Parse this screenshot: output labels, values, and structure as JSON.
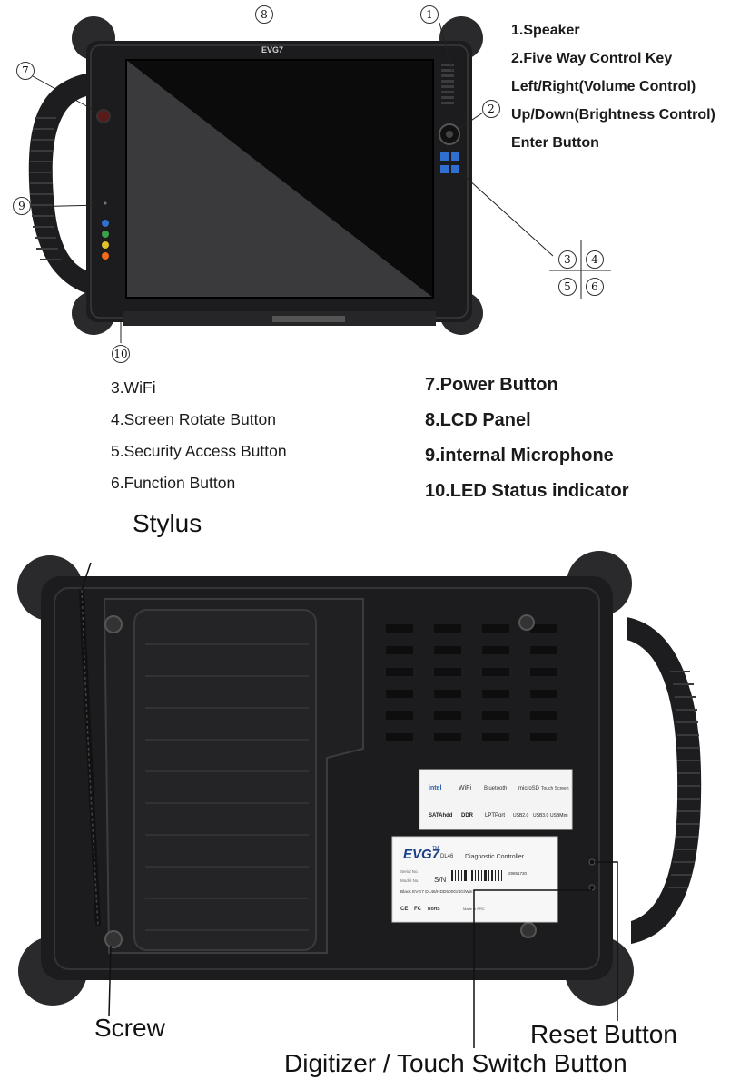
{
  "top_legend": [
    "1.Speaker",
    "2.Five Way Control Key",
    "Left/Right(Volume Control)",
    "Up/Down(Brightness Control)",
    "Enter Button"
  ],
  "mid_legend_left": [
    "3.WiFi",
    "4.Screen Rotate Button",
    "5.Security Access Button",
    "6.Function Button"
  ],
  "mid_legend_right": [
    "7.Power Button",
    "8.LCD Panel",
    "9.internal Microphone",
    "10.LED Status indicator"
  ],
  "markers": {
    "m1": "1",
    "m2": "2",
    "m3": "3",
    "m4": "4",
    "m5": "5",
    "m6": "6",
    "m7": "7",
    "m8": "8",
    "m9": "9",
    "m10": "10"
  },
  "device": {
    "brand": "EVG7",
    "trademark": "TM",
    "model": "DL46",
    "product": "Diagnostic Controller",
    "serial_label": "Serial No.",
    "model_label": "Model No.",
    "sn_prefix": "S/N",
    "serial_value": "29851730",
    "model_value": "Black EVG7 DL46/HDD500G/4G/Win7",
    "made_in": "Made in PRC"
  },
  "spec_label": {
    "row1": [
      "intel",
      "WiFi",
      "Bluetooth",
      "microSD",
      "Touch Screen"
    ],
    "row2": [
      "SATAhdd",
      "DDR",
      "LPTPort",
      "USB2.0",
      "USB3.0",
      "USBMini"
    ]
  },
  "cert_marks": [
    "CE",
    "FC",
    "RoHS"
  ],
  "callouts": {
    "stylus": "Stylus",
    "screw": "Screw",
    "reset": "Reset Button",
    "digitizer": "Digitizer / Touch Switch Button"
  },
  "colors": {
    "device_body": "#1c1c1e",
    "bumper": "#2a2a2c",
    "screen_dark": "#0b0b0b",
    "screen_light": "#3a3a3c",
    "button_blue": "#2f6fd0",
    "led_orange": "#f26a1b"
  }
}
